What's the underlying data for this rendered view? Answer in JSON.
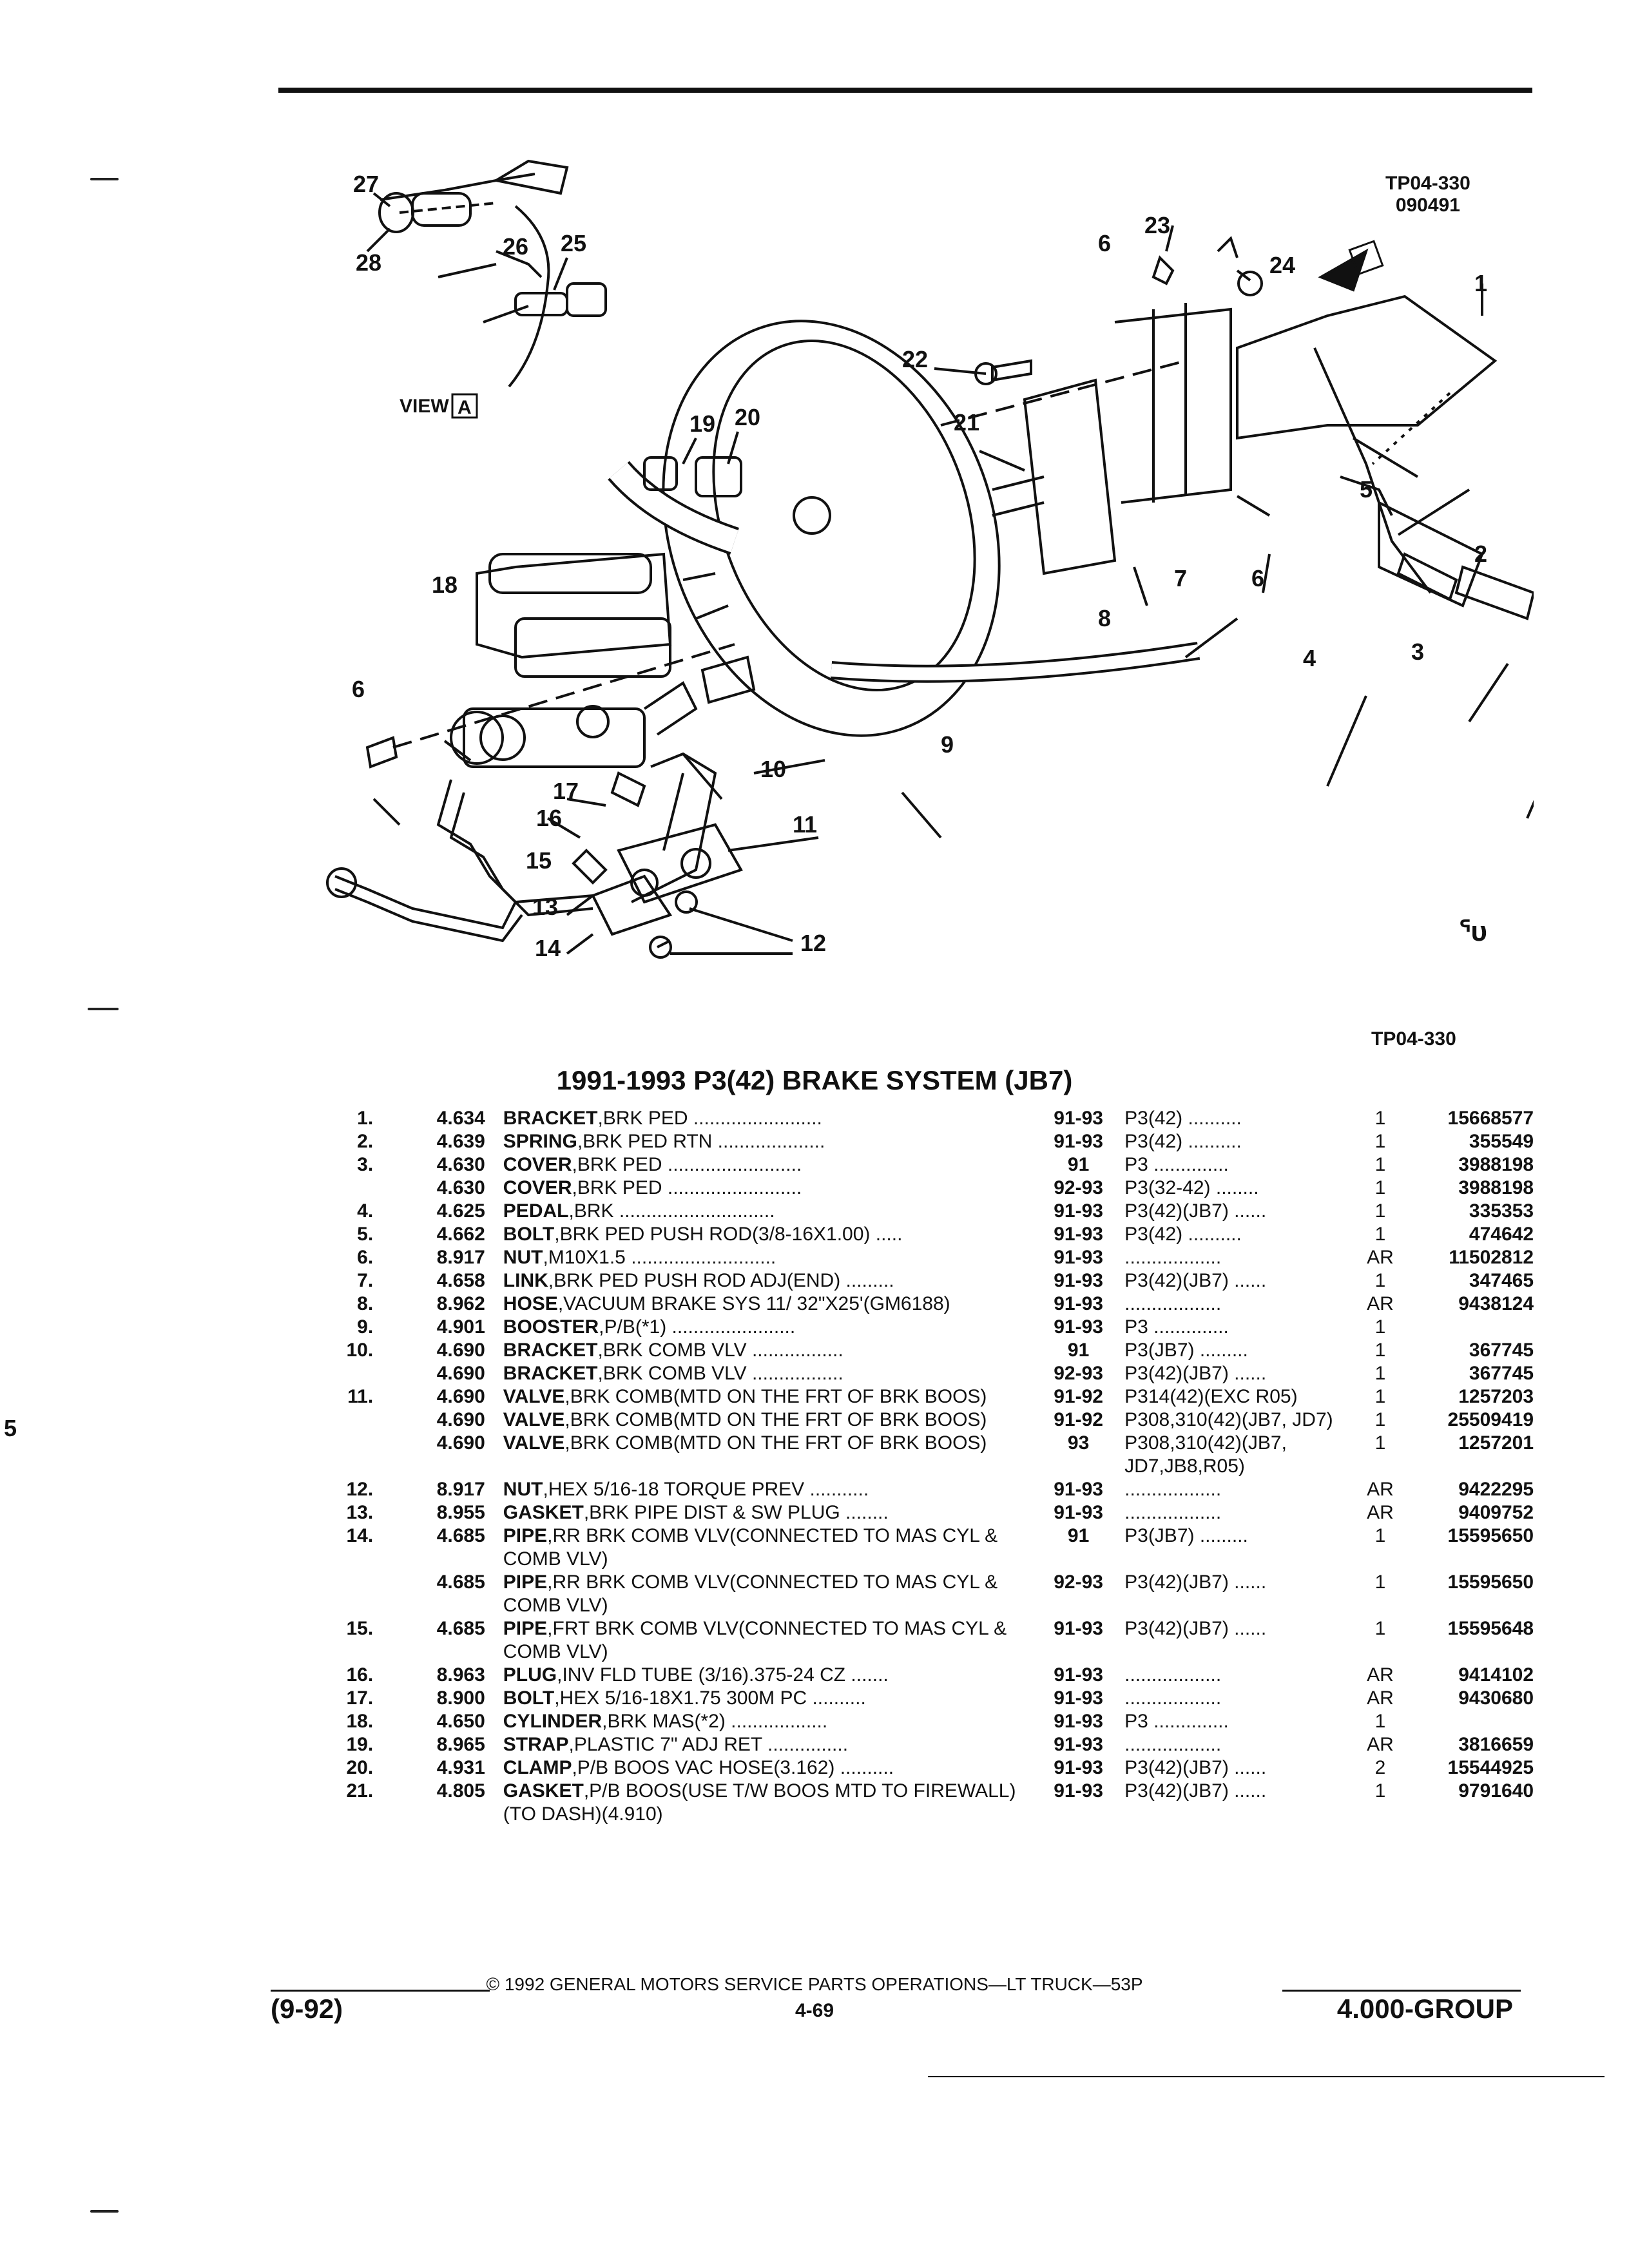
{
  "diagram": {
    "code_top": "TP04-330",
    "code_date": "090491",
    "code_bottom": "TP04-330",
    "view_label": "VIEW",
    "view_letter": "A",
    "logo_glyph": "ᕐᴜ",
    "callouts": [
      "27",
      "26",
      "25",
      "28",
      "23",
      "6",
      "24",
      "1",
      "22",
      "19",
      "20",
      "21",
      "5",
      "2",
      "18",
      "7",
      "6",
      "8",
      "4",
      "3",
      "6",
      "9",
      "10",
      "17",
      "16",
      "11",
      "15",
      "13",
      "14",
      "12"
    ]
  },
  "title": "1991-1993 P3(42) BRAKE SYSTEM (JB7)",
  "parts": [
    {
      "num": "1.",
      "group": "4.634",
      "name": "BRACKET",
      "desc": ",BRK PED ........................",
      "years": "91-93",
      "model": "P3(42) ..........",
      "qty": "1",
      "part": "15668577"
    },
    {
      "num": "2.",
      "group": "4.639",
      "name": "SPRING",
      "desc": ",BRK PED RTN ....................",
      "years": "91-93",
      "model": "P3(42) ..........",
      "qty": "1",
      "part": "355549"
    },
    {
      "num": "3.",
      "group": "4.630",
      "name": "COVER",
      "desc": ",BRK PED .........................",
      "years": "91",
      "model": "P3 ..............",
      "qty": "1",
      "part": "3988198"
    },
    {
      "num": "",
      "group": "4.630",
      "name": "COVER",
      "desc": ",BRK PED .........................",
      "years": "92-93",
      "model": "P3(32-42) ........",
      "qty": "1",
      "part": "3988198"
    },
    {
      "num": "4.",
      "group": "4.625",
      "name": "PEDAL",
      "desc": ",BRK .............................",
      "years": "91-93",
      "model": "P3(42)(JB7) ......",
      "qty": "1",
      "part": "335353"
    },
    {
      "num": "5.",
      "group": "4.662",
      "name": "BOLT",
      "desc": ",BRK PED PUSH ROD(3/8-16X1.00) .....",
      "years": "91-93",
      "model": "P3(42) ..........",
      "qty": "1",
      "part": "474642"
    },
    {
      "num": "6.",
      "group": "8.917",
      "name": "NUT",
      "desc": ",M10X1.5 ...........................",
      "years": "91-93",
      "model": "..................",
      "qty": "AR",
      "part": "11502812"
    },
    {
      "num": "7.",
      "group": "4.658",
      "name": "LINK",
      "desc": ",BRK PED PUSH ROD ADJ(END) .........",
      "years": "91-93",
      "model": "P3(42)(JB7) ......",
      "qty": "1",
      "part": "347465"
    },
    {
      "num": "8.",
      "group": "8.962",
      "name": "HOSE",
      "desc": ",VACUUM BRAKE SYS 11/ 32\"X25'(GM6188)",
      "years": "91-93",
      "model": "..................",
      "qty": "AR",
      "part": "9438124"
    },
    {
      "num": "9.",
      "group": "4.901",
      "name": "BOOSTER",
      "desc": ",P/B(*1) .......................",
      "years": "91-93",
      "model": "P3 ..............",
      "qty": "1",
      "part": ""
    },
    {
      "num": "10.",
      "group": "4.690",
      "name": "BRACKET",
      "desc": ",BRK COMB VLV .................",
      "years": "91",
      "model": "P3(JB7) .........",
      "qty": "1",
      "part": "367745"
    },
    {
      "num": "",
      "group": "4.690",
      "name": "BRACKET",
      "desc": ",BRK COMB VLV .................",
      "years": "92-93",
      "model": "P3(42)(JB7) ......",
      "qty": "1",
      "part": "367745"
    },
    {
      "num": "11.",
      "group": "4.690",
      "name": "VALVE",
      "desc": ",BRK COMB(MTD ON THE FRT OF BRK BOOS)",
      "years": "91-92",
      "model": "P314(42)(EXC R05)",
      "qty": "1",
      "part": "1257203"
    },
    {
      "num": "",
      "group": "4.690",
      "name": "VALVE",
      "desc": ",BRK COMB(MTD ON THE FRT OF BRK BOOS)",
      "years": "91-92",
      "model": "P308,310(42)(JB7, JD7)",
      "qty": "1",
      "part": "25509419"
    },
    {
      "num": "",
      "group": "4.690",
      "name": "VALVE",
      "desc": ",BRK COMB(MTD ON THE FRT OF BRK BOOS)",
      "years": "93",
      "model": "P308,310(42)(JB7, JD7,JB8,R05)",
      "qty": "1",
      "part": "1257201"
    },
    {
      "num": "12.",
      "group": "8.917",
      "name": "NUT",
      "desc": ",HEX 5/16-18 TORQUE PREV ...........",
      "years": "91-93",
      "model": "..................",
      "qty": "AR",
      "part": "9422295"
    },
    {
      "num": "13.",
      "group": "8.955",
      "name": "GASKET",
      "desc": ",BRK PIPE DIST & SW PLUG ........",
      "years": "91-93",
      "model": "..................",
      "qty": "AR",
      "part": "9409752"
    },
    {
      "num": "14.",
      "group": "4.685",
      "name": "PIPE",
      "desc": ",RR BRK COMB VLV(CONNECTED TO MAS CYL & COMB VLV)",
      "years": "91",
      "model": "P3(JB7) .........",
      "qty": "1",
      "part": "15595650"
    },
    {
      "num": "",
      "group": "4.685",
      "name": "PIPE",
      "desc": ",RR BRK COMB VLV(CONNECTED TO MAS CYL & COMB VLV)",
      "years": "92-93",
      "model": "P3(42)(JB7) ......",
      "qty": "1",
      "part": "15595650"
    },
    {
      "num": "15.",
      "group": "4.685",
      "name": "PIPE",
      "desc": ",FRT BRK COMB VLV(CONNECTED TO MAS CYL & COMB VLV)",
      "years": "91-93",
      "model": "P3(42)(JB7) ......",
      "qty": "1",
      "part": "15595648"
    },
    {
      "num": "16.",
      "group": "8.963",
      "name": "PLUG",
      "desc": ",INV FLD TUBE (3/16).375-24 CZ .......",
      "years": "91-93",
      "model": "..................",
      "qty": "AR",
      "part": "9414102"
    },
    {
      "num": "17.",
      "group": "8.900",
      "name": "BOLT",
      "desc": ",HEX 5/16-18X1.75 300M PC ..........",
      "years": "91-93",
      "model": "..................",
      "qty": "AR",
      "part": "9430680"
    },
    {
      "num": "18.",
      "group": "4.650",
      "name": "CYLINDER",
      "desc": ",BRK MAS(*2) ..................",
      "years": "91-93",
      "model": "P3 ..............",
      "qty": "1",
      "part": ""
    },
    {
      "num": "19.",
      "group": "8.965",
      "name": "STRAP",
      "desc": ",PLASTIC 7\" ADJ RET ...............",
      "years": "91-93",
      "model": "..................",
      "qty": "AR",
      "part": "3816659"
    },
    {
      "num": "20.",
      "group": "4.931",
      "name": "CLAMP",
      "desc": ",P/B BOOS VAC HOSE(3.162) ..........",
      "years": "91-93",
      "model": "P3(42)(JB7) ......",
      "qty": "2",
      "part": "15544925"
    },
    {
      "num": "21.",
      "group": "4.805",
      "name": "GASKET",
      "desc": ",P/B BOOS(USE T/W BOOS MTD TO FIREWALL)(TO DASH)(4.910)",
      "years": "91-93",
      "model": "P3(42)(JB7) ......",
      "qty": "1",
      "part": "9791640"
    }
  ],
  "footer": {
    "copyright": "© 1992 GENERAL MOTORS SERVICE PARTS OPERATIONS—LT TRUCK—53P",
    "page": "4-69",
    "date": "(9-92)",
    "group": "4.000-GROUP"
  },
  "side_mark": "5"
}
